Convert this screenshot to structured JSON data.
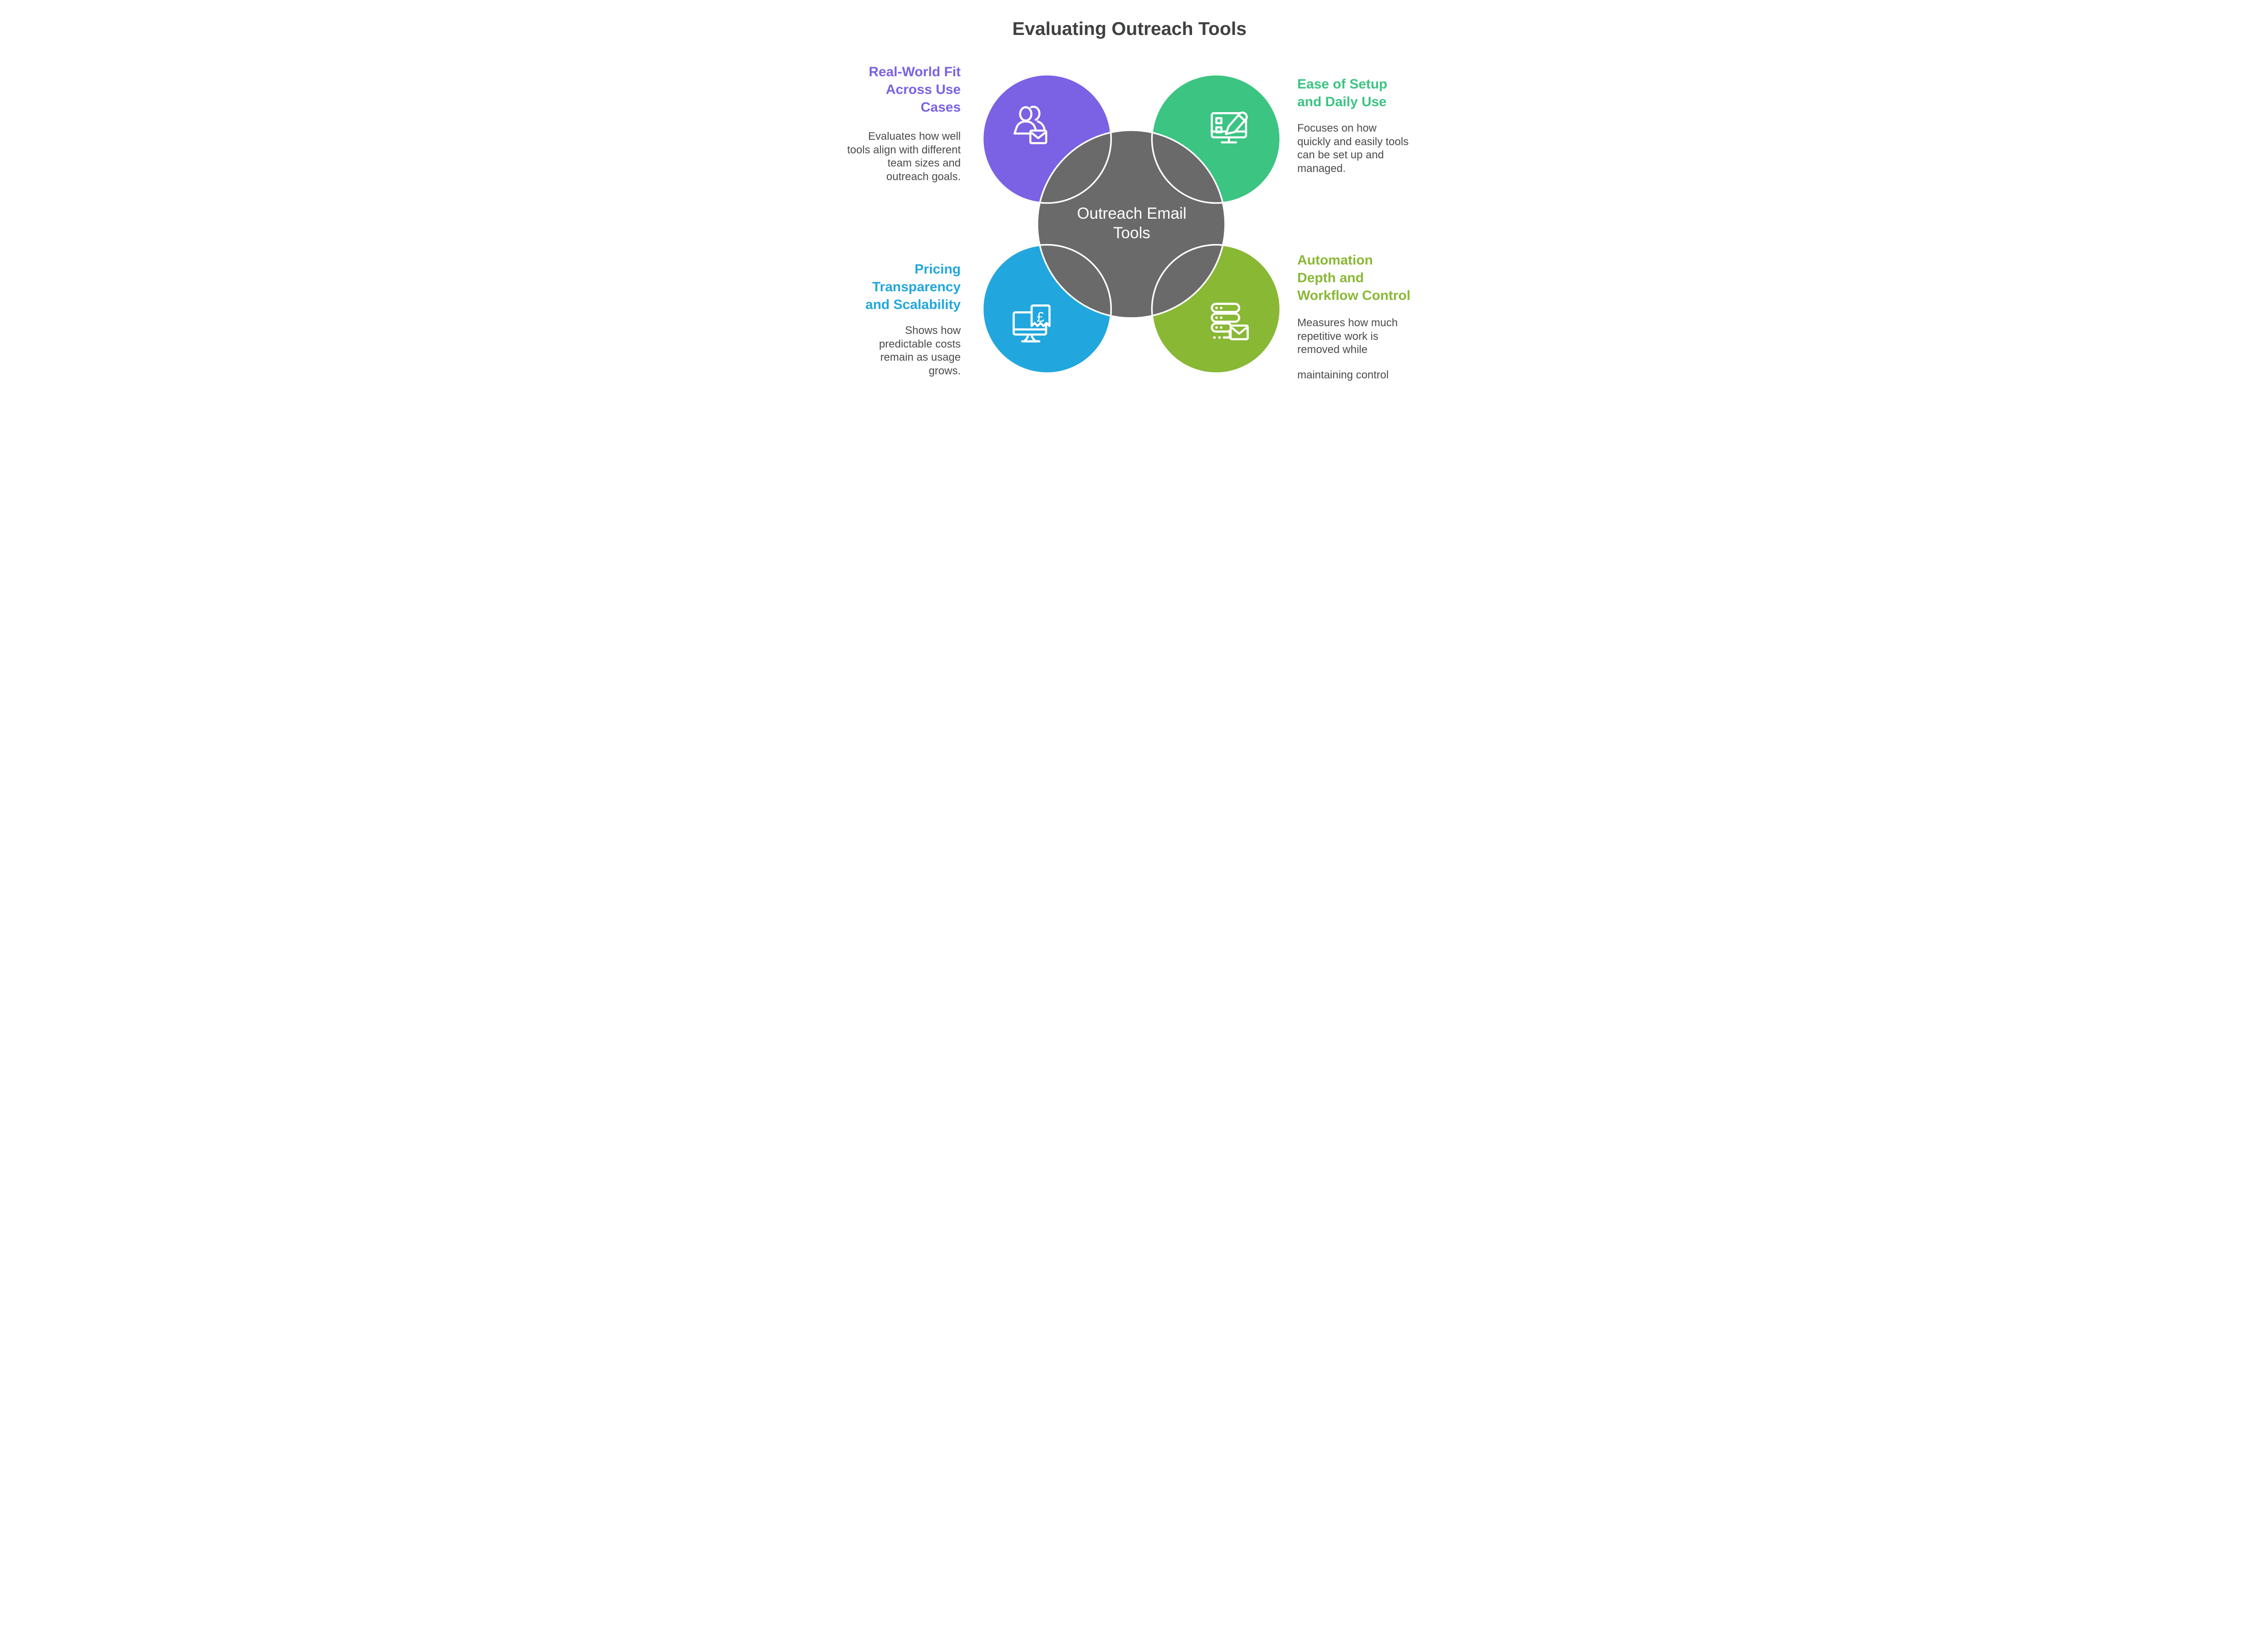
{
  "title": "Evaluating Outreach Tools",
  "center": {
    "label": "Outreach Email Tools"
  },
  "colors": {
    "purple": "#7B61E4",
    "green": "#3BC482",
    "blue": "#21A7DD",
    "olive": "#89B835",
    "gray": "#6A6A6A",
    "title_text": "#3F4040",
    "body_text": "#4A4A4A",
    "faded_text": "#6E6E6E",
    "icon_stroke": "#FFFFFF"
  },
  "sections": {
    "top_left": {
      "heading": "Real-World Fit Across Use Cases",
      "body": "Evaluates how well tools align with different team sizes and outreach goals.",
      "icon": "people-email-icon"
    },
    "top_right": {
      "heading": "Ease of Setup and Daily Use",
      "body": "Focuses on how quickly and easily tools can be set up and managed.",
      "icon": "monitor-pencil-icon"
    },
    "bottom_left": {
      "heading": "Pricing Transparency and Scalability",
      "body": "Shows how predictable costs remain as usage grows.",
      "icon": "monitor-invoice-icon",
      "currency_symbol": "£"
    },
    "bottom_right": {
      "heading": "Automation Depth and Workflow Control",
      "body": "Measures how much repetitive work is removed while",
      "body_faded": "maintaining control",
      "icon": "server-email-icon"
    }
  }
}
